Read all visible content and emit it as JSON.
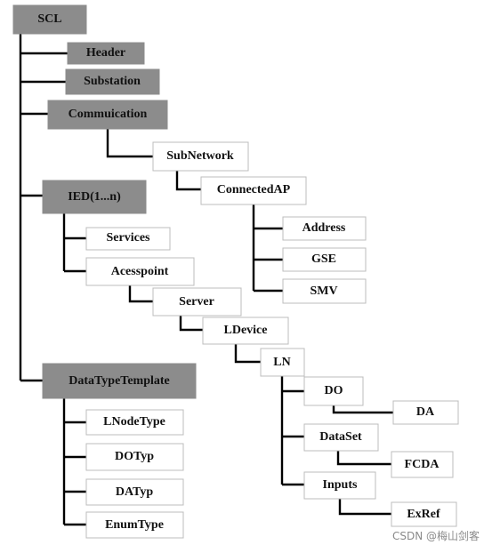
{
  "diagram": {
    "nodes": {
      "scl": "SCL",
      "header": "Header",
      "substation": "Substation",
      "communication": "Commuication",
      "subnetwork": "SubNetwork",
      "connectedap": "ConnectedAP",
      "address": "Address",
      "gse": "GSE",
      "smv": "SMV",
      "ied": "IED(1...n)",
      "services": "Services",
      "accesspoint": "Acesspoint",
      "server": "Server",
      "ldevice": "LDevice",
      "ln": "LN",
      "do": "DO",
      "da": "DA",
      "dataset": "DataSet",
      "fcda": "FCDA",
      "inputs": "Inputs",
      "exref": "ExRef",
      "datatypetemplate": "DataTypeTemplate",
      "lnodetype": "LNodeType",
      "dotyp": "DOTyp",
      "datyp": "DATyp",
      "enumtype": "EnumType"
    },
    "colors": {
      "root_and_section_fill": "#8c8c8c",
      "leaf_fill": "#ffffff",
      "connector": "#000000"
    }
  },
  "watermark": "CSDN @梅山剑客"
}
